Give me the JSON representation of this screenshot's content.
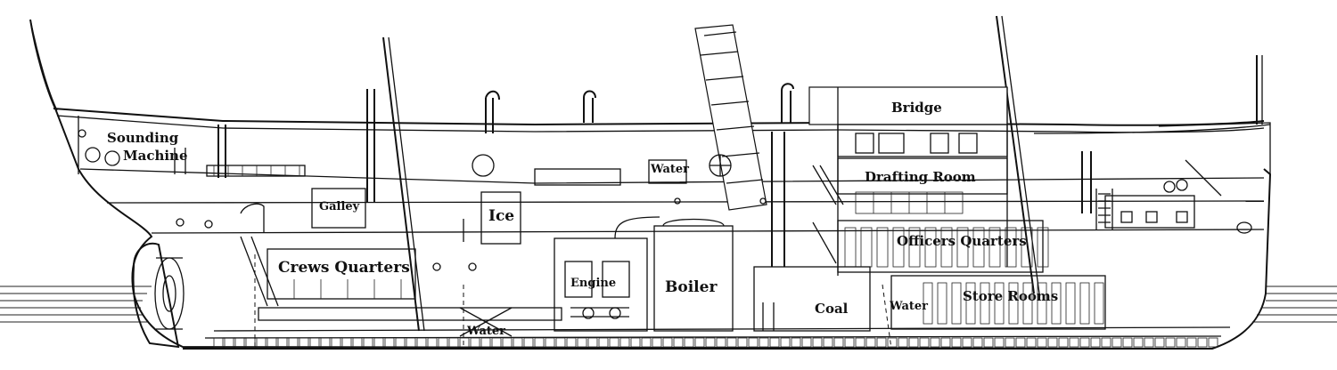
{
  "labels": {
    "sounding": "Sounding",
    "machine": "Machine",
    "galley": "Galley",
    "ice": "Ice",
    "water_top": "Water",
    "bridge": "Bridge",
    "drafting_room": "Drafting Room",
    "officers_quarters": "Officers Quarters",
    "crews_quarters": "Crews Quarters",
    "engine": "Engine",
    "boiler": "Boiler",
    "coal": "Coal",
    "water_aft": "Water",
    "store_rooms": "Store Rooms",
    "water_bottom": "Water"
  }
}
